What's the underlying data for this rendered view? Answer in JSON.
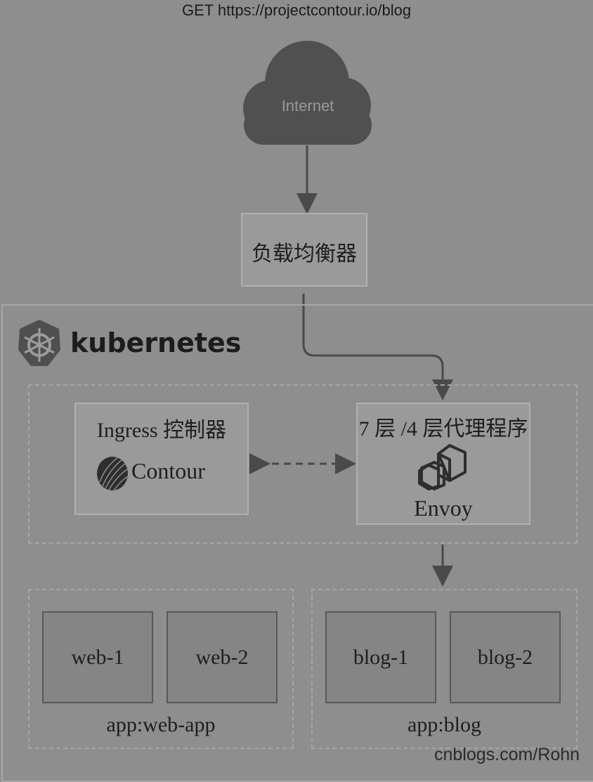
{
  "request": "GET https://projectcontour.io/blog",
  "internet": "Internet",
  "load_balancer": "负载均衡器",
  "platform": "kubernetes",
  "ingress": {
    "title": "Ingress 控制器",
    "product": "Contour"
  },
  "proxy": {
    "title": "7 层 /4 层代理程序",
    "product": "Envoy"
  },
  "groups": [
    {
      "label": "app:web-app",
      "pods": [
        "web-1",
        "web-2"
      ]
    },
    {
      "label": "app:blog",
      "pods": [
        "blog-1",
        "blog-2"
      ]
    }
  ],
  "watermark": "cnblogs.com/Rohn",
  "colors": {
    "background": "#8e8e8e",
    "cloud": "#505050",
    "arrow": "#4a4a4a",
    "pod": "#858585"
  }
}
